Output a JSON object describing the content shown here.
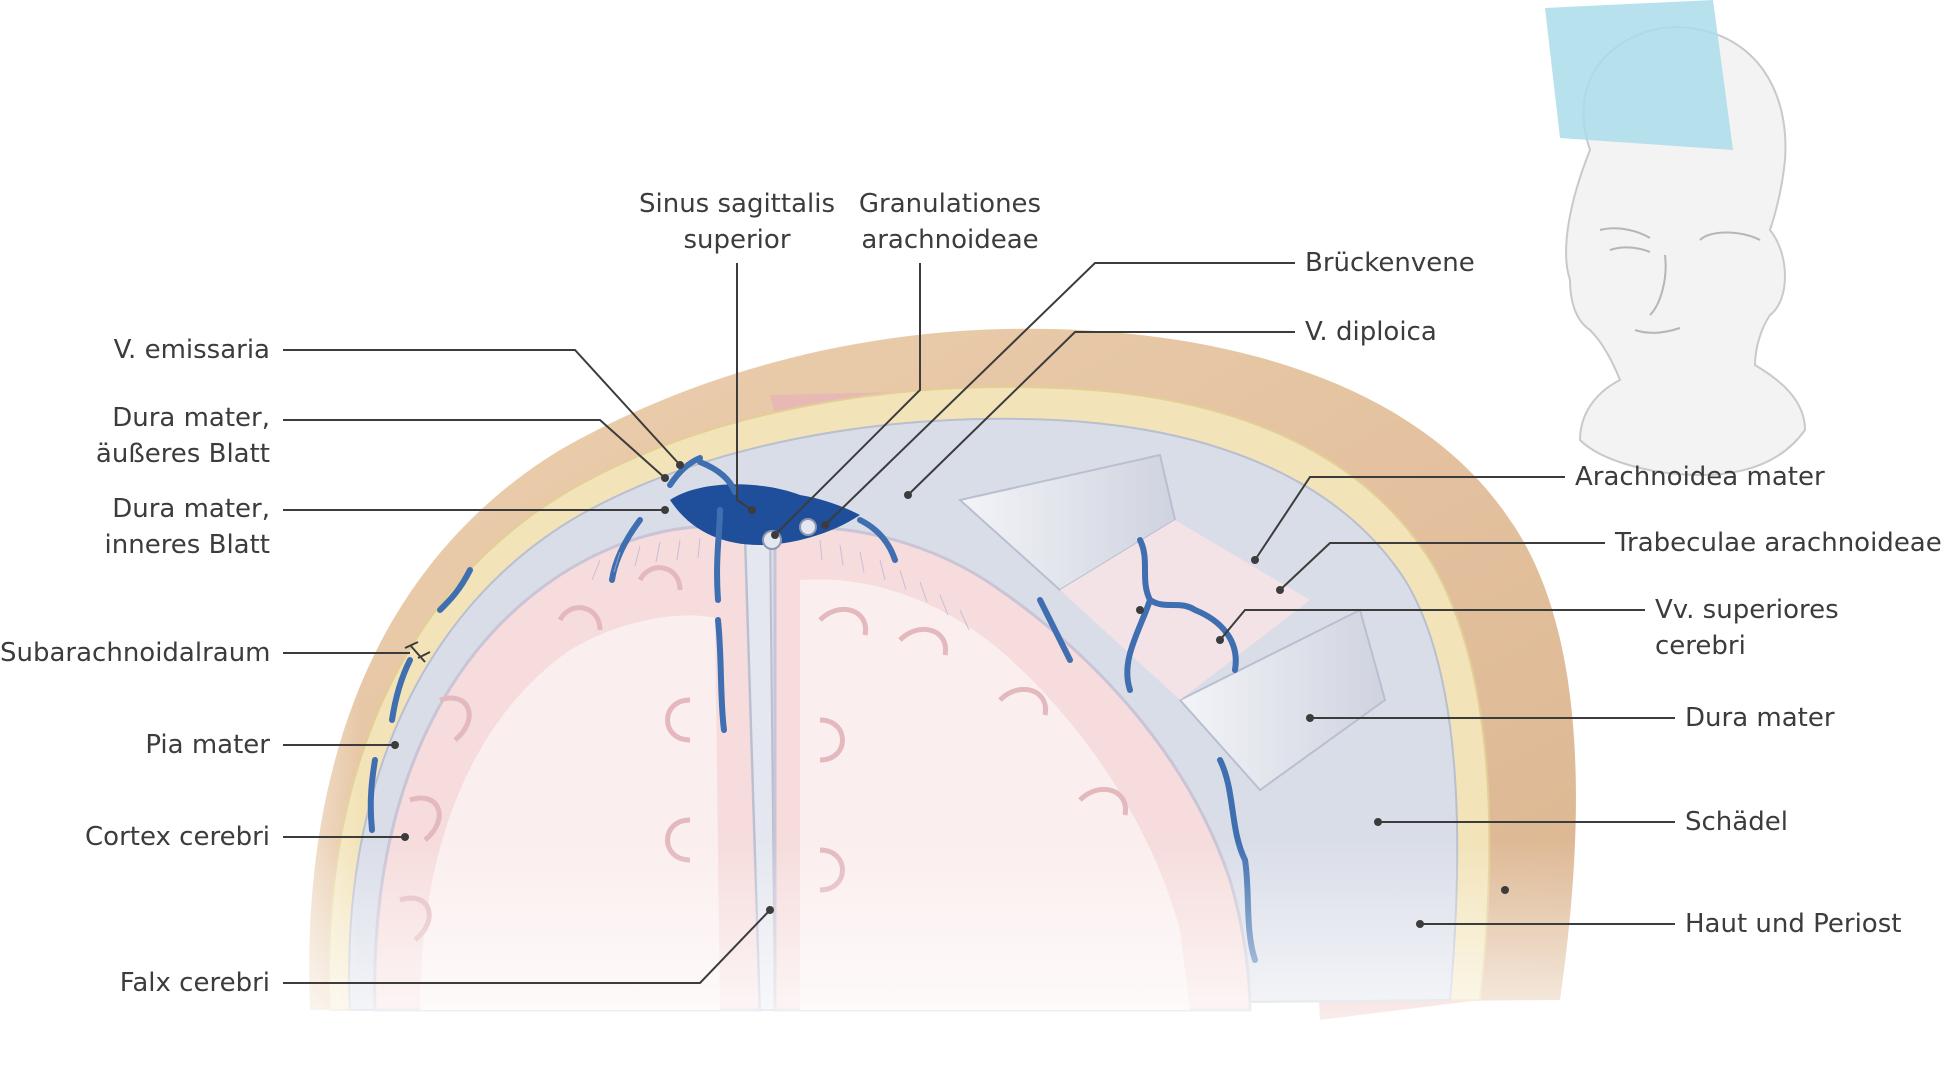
{
  "labels": {
    "left": {
      "v_emissaria": "V. emissaria",
      "dura_outer_1": "Dura mater,",
      "dura_outer_2": "äußeres Blatt",
      "dura_inner_1": "Dura mater,",
      "dura_inner_2": "inneres Blatt",
      "subarachnoid": "Subarachnoidalraum",
      "pia": "Pia mater",
      "cortex": "Cortex cerebri",
      "falx": "Falx cerebri"
    },
    "top": {
      "sinus_1": "Sinus sagittalis",
      "sinus_2": "superior",
      "gran_1": "Granulationes",
      "gran_2": "arachnoideae"
    },
    "right": {
      "brueckenvene": "Brückenvene",
      "v_diploica": "V. diploica",
      "arachnoidea": "Arachnoidea mater",
      "trabeculae": "Trabeculae arachnoideae",
      "vv_sup_1": "Vv. superiores",
      "vv_sup_2": "cerebri",
      "dura": "Dura mater",
      "schaedel": "Schädel",
      "haut": "Haut und Periost"
    }
  },
  "colors": {
    "skin": "#e9c8a6",
    "skin_dark": "#d9ad86",
    "bone": "#f2e3b8",
    "dura": "#d9dde8",
    "cortex": "#f6dcdc",
    "white_matter": "#fbeeee",
    "vein": "#3f6fb0",
    "sinus": "#1f4f9a",
    "leader": "#3c3c3c",
    "inset_blue": "#a9dcea"
  }
}
